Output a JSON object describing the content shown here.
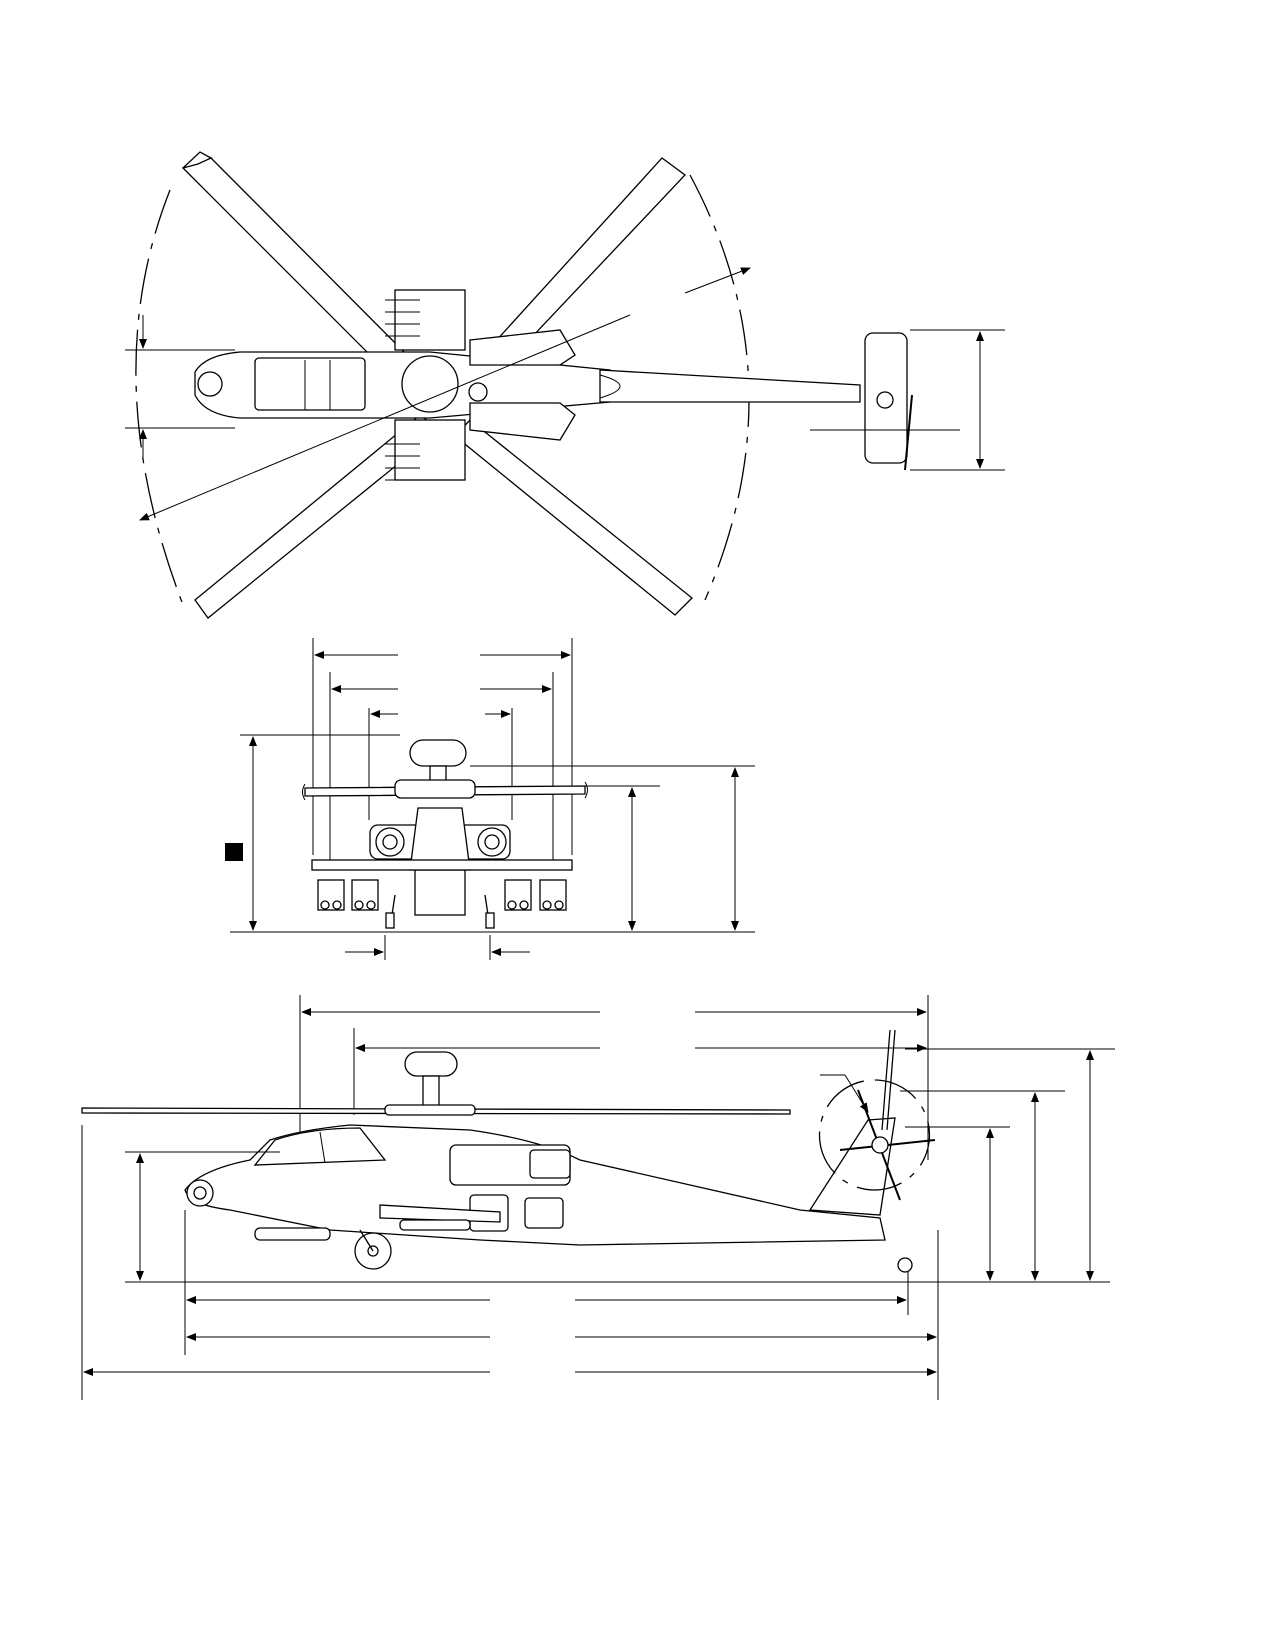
{
  "drawing": {
    "views": [
      "top-view",
      "front-view",
      "side-view"
    ],
    "colors": {
      "line": "#000000",
      "paper": "#ffffff"
    },
    "marker": "filled-square"
  }
}
